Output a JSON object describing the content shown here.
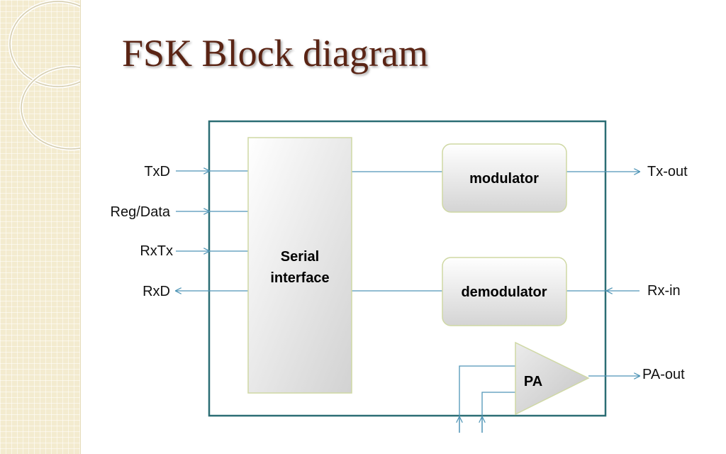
{
  "slide": {
    "title": "FSK Block diagram"
  },
  "diagram": {
    "inputs": [
      "TxD",
      "Reg/Data",
      "RxTx"
    ],
    "output_left": "RxD",
    "blocks": {
      "serial_interface": [
        "Serial",
        "interface"
      ],
      "modulator": "modulator",
      "demodulator": "demodulator",
      "pa": "PA"
    },
    "outputs": {
      "tx_out": "Tx-out",
      "rx_in": "Rx-in",
      "pa_out": "PA-out"
    }
  },
  "colors": {
    "title": "#5a2414",
    "wire": "#4f95b6",
    "frame": "#2b6d74",
    "block_border": "#cfd8a4",
    "side_panel": "#f3ebcf"
  }
}
